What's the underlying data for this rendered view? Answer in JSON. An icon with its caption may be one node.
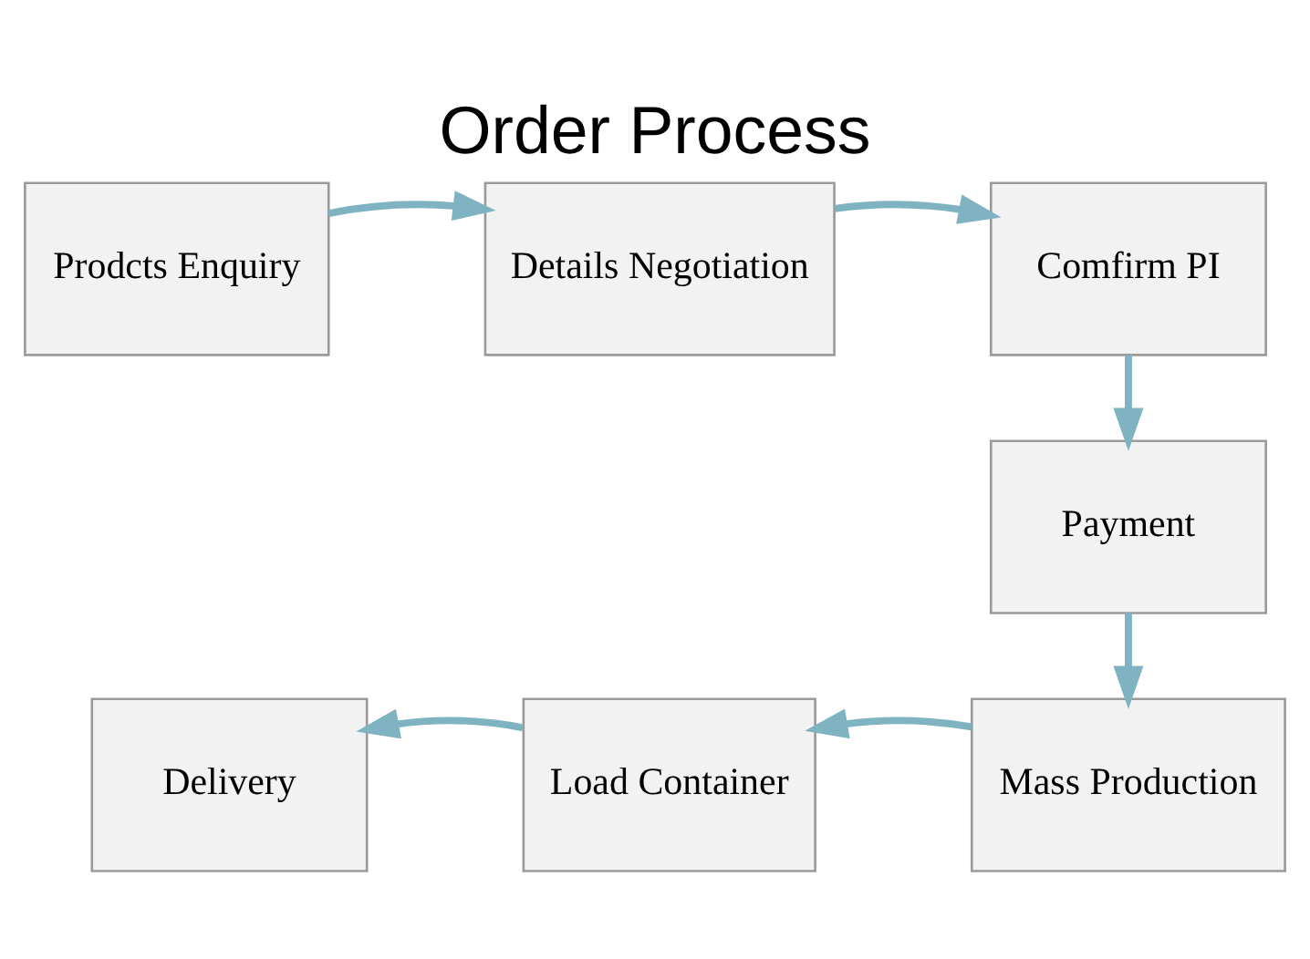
{
  "diagram": {
    "title": "Order Process",
    "nodes": [
      {
        "text": [
          "Prodcts Enquiry"
        ]
      },
      {
        "text": [
          "Details Negotiation"
        ]
      },
      {
        "text": [
          "Comfirm PI"
        ]
      },
      {
        "text": [
          "Payment"
        ]
      },
      {
        "text": [
          "Mass Production"
        ]
      },
      {
        "text": [
          "Load Container"
        ]
      },
      {
        "text": [
          "Delivery"
        ]
      }
    ],
    "edges": [
      {
        "from": 0,
        "to": 1,
        "arrow": "to"
      },
      {
        "from": 1,
        "to": 2,
        "arrow": "to"
      },
      {
        "from": 2,
        "to": 3,
        "arrow": "to"
      },
      {
        "from": 3,
        "to": 4,
        "arrow": "to"
      },
      {
        "from": 4,
        "to": 5,
        "arrow": "to"
      },
      {
        "from": 5,
        "to": 6,
        "arrow": "to"
      }
    ]
  }
}
